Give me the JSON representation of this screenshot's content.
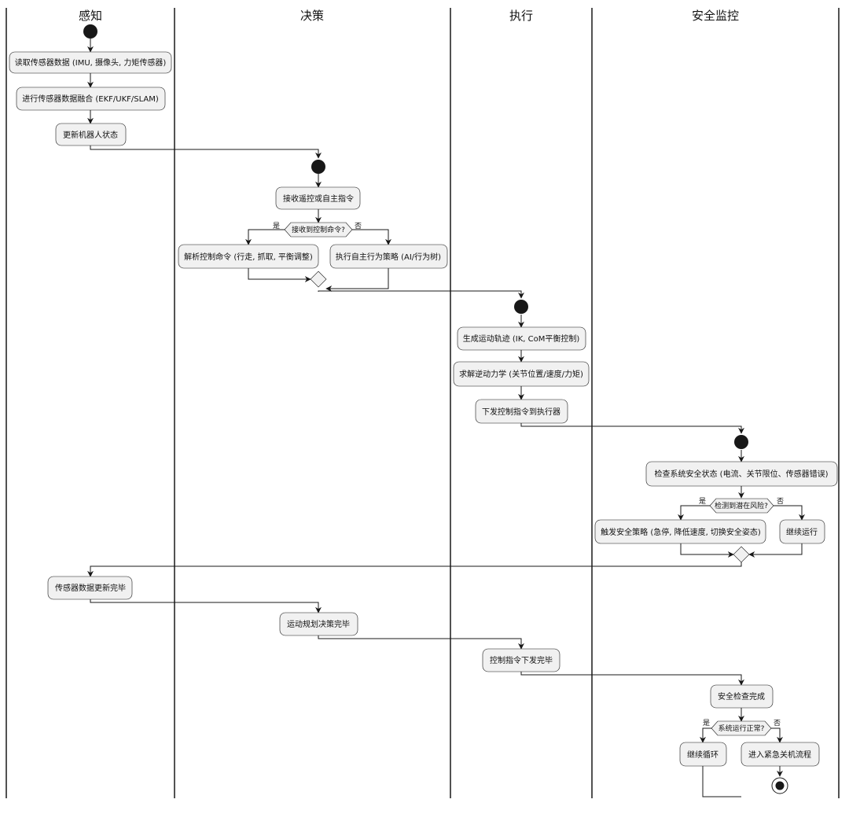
{
  "lanes": [
    {
      "id": "perception",
      "title": "感知"
    },
    {
      "id": "decision",
      "title": "决策"
    },
    {
      "id": "execution",
      "title": "执行"
    },
    {
      "id": "safety",
      "title": "安全监控"
    }
  ],
  "nodes": {
    "read_sensors": "读取传感器数据 (IMU, 摄像头, 力矩传感器)",
    "sensor_fusion": "进行传感器数据融合 (EKF/UKF/SLAM)",
    "update_state": "更新机器人状态",
    "receive_command": "接收遥控或自主指令",
    "parse_command": "解析控制命令 (行走, 抓取, 平衡调整)",
    "autonomous_behavior": "执行自主行为策略 (AI/行为树)",
    "generate_trajectory": "生成运动轨迹 (IK, CoM平衡控制)",
    "inverse_dynamics": "求解逆动力学 (关节位置/速度/力矩)",
    "send_to_actuators": "下发控制指令到执行器",
    "check_safety": "检查系统安全状态 (电流、关节限位、传感器错误)",
    "trigger_safety": "触发安全策略 (急停, 降低速度, 切换安全姿态)",
    "continue_running": "继续运行",
    "sensor_done": "传感器数据更新完毕",
    "planning_done": "运动规划决策完毕",
    "command_done": "控制指令下发完毕",
    "safety_check_done": "安全检查完成",
    "continue_loop": "继续循环",
    "emergency_shutdown": "进入紧急关机流程"
  },
  "decisions": {
    "received_command": {
      "label": "接收到控制命令?",
      "yes": "是",
      "no": "否"
    },
    "risk_detected": {
      "label": "检测到潜在风险?",
      "yes": "是",
      "no": "否"
    },
    "system_normal": {
      "label": "系统运行正常?",
      "yes": "是",
      "no": "否"
    }
  }
}
